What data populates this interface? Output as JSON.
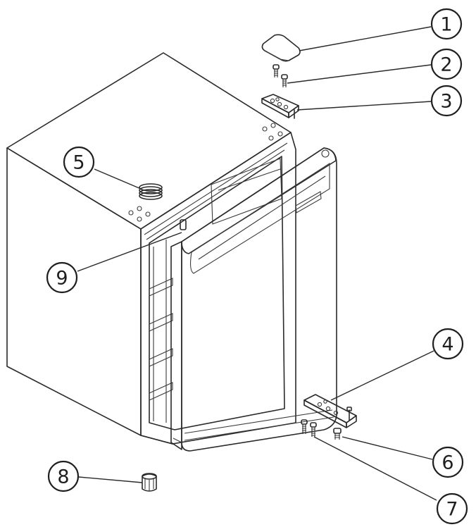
{
  "callouts": [
    {
      "id": "1",
      "label": "1"
    },
    {
      "id": "2",
      "label": "2"
    },
    {
      "id": "3",
      "label": "3"
    },
    {
      "id": "4",
      "label": "4"
    },
    {
      "id": "5",
      "label": "5"
    },
    {
      "id": "6",
      "label": "6"
    },
    {
      "id": "7",
      "label": "7"
    },
    {
      "id": "8",
      "label": "8"
    },
    {
      "id": "9",
      "label": "9"
    }
  ],
  "colors": {
    "line": "#2a2a2a",
    "cabinet_side": "#e2e2e2",
    "cabinet_top": "#ececec",
    "door_front": "#e4e4e4",
    "background": "#ffffff"
  }
}
